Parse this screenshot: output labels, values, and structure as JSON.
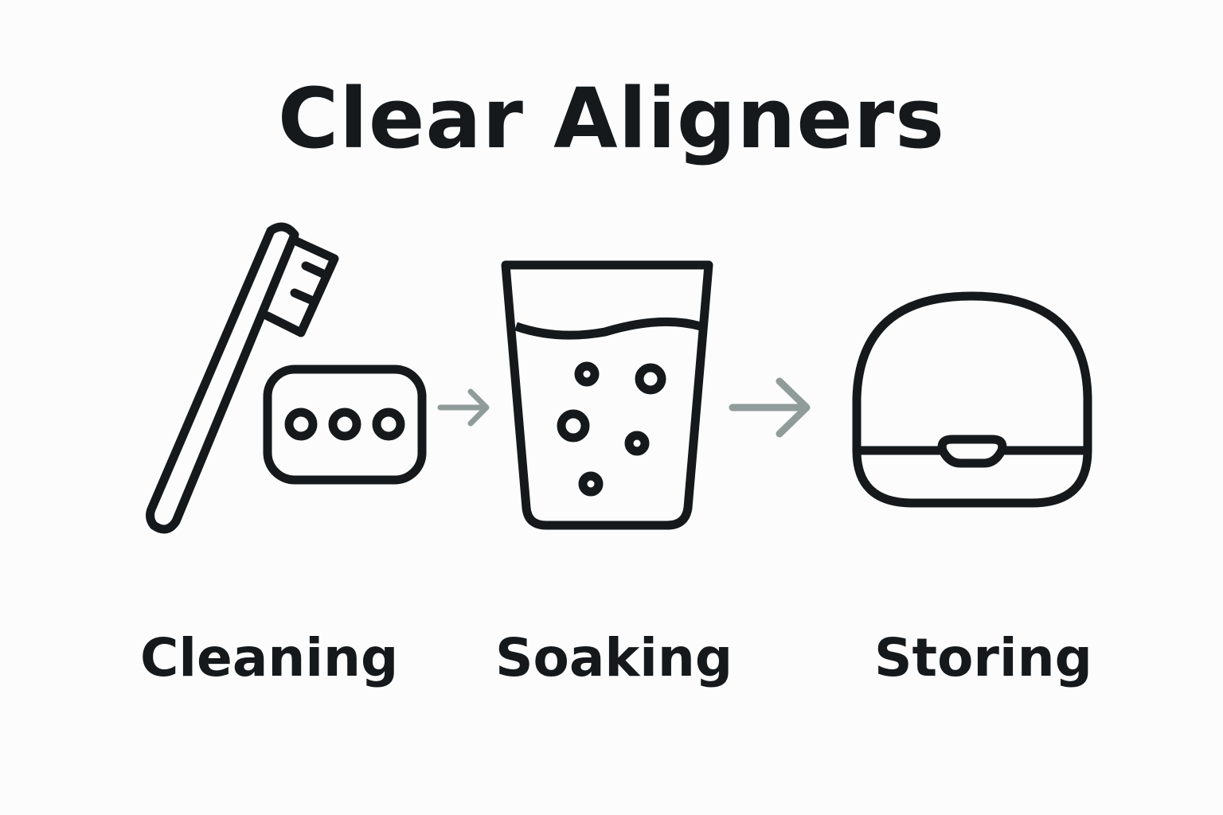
{
  "title": "Clear Aligners",
  "steps": [
    {
      "label": "Cleaning",
      "icons": [
        "toothbrush-icon",
        "aligner-tray-icon"
      ]
    },
    {
      "label": "Soaking",
      "icons": [
        "glass-with-bubbles-icon"
      ]
    },
    {
      "label": "Storing",
      "icons": [
        "aligner-case-icon"
      ]
    }
  ],
  "connectors": [
    "arrow-right-icon",
    "arrow-right-icon"
  ],
  "colors": {
    "stroke": "#15191b",
    "arrow": "#909c9a",
    "background": "#fcfcfc"
  }
}
